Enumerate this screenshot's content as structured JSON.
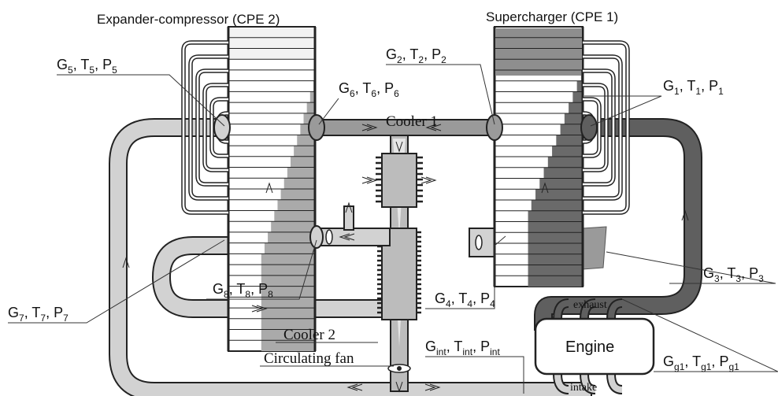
{
  "titles": {
    "expander": "Expander-compressor (CPE 2)",
    "supercharger": "Supercharger (CPE 1)"
  },
  "labels": {
    "p1": {
      "g": "G",
      "gs": "1",
      "t": "T",
      "ts": "1",
      "p": "P",
      "ps": "1"
    },
    "p2": {
      "g": "G",
      "gs": "2",
      "t": "T",
      "ts": "2",
      "p": "P",
      "ps": "2"
    },
    "p3": {
      "g": "G",
      "gs": "3",
      "t": "T",
      "ts": "3",
      "p": "P",
      "ps": "3"
    },
    "p4": {
      "g": "G",
      "gs": "4",
      "t": "T",
      "ts": "4",
      "p": "P",
      "ps": "4"
    },
    "p5": {
      "g": "G",
      "gs": "5",
      "t": "T",
      "ts": "5",
      "p": "P",
      "ps": "5"
    },
    "p6": {
      "g": "G",
      "gs": "6",
      "t": "T",
      "ts": "6",
      "p": "P",
      "ps": "6"
    },
    "p7": {
      "g": "G",
      "gs": "7",
      "t": "T",
      "ts": "7",
      "p": "P",
      "ps": "7"
    },
    "p8": {
      "g": "G",
      "gs": "8",
      "t": "T",
      "ts": "8",
      "p": "P",
      "ps": "8"
    },
    "pg1": {
      "g": "G",
      "gs": "g1",
      "t": "T",
      "ts": "g1",
      "p": "P",
      "ps": "g1"
    },
    "pint": {
      "g": "G",
      "gs": "int",
      "t": "T",
      "ts": "int",
      "p": "P",
      "ps": "int"
    }
  },
  "components": {
    "cooler1": "Cooler 1",
    "cooler2": "Cooler 2",
    "fan": "Circulating fan",
    "engine": "Engine",
    "exhaust": "exhaust",
    "intake": "intake"
  },
  "colors": {
    "light_gas": "#d2d2d2",
    "mid_gas": "#9a9a9a",
    "dark_gas": "#5f5f5f",
    "outline": "#222222"
  }
}
